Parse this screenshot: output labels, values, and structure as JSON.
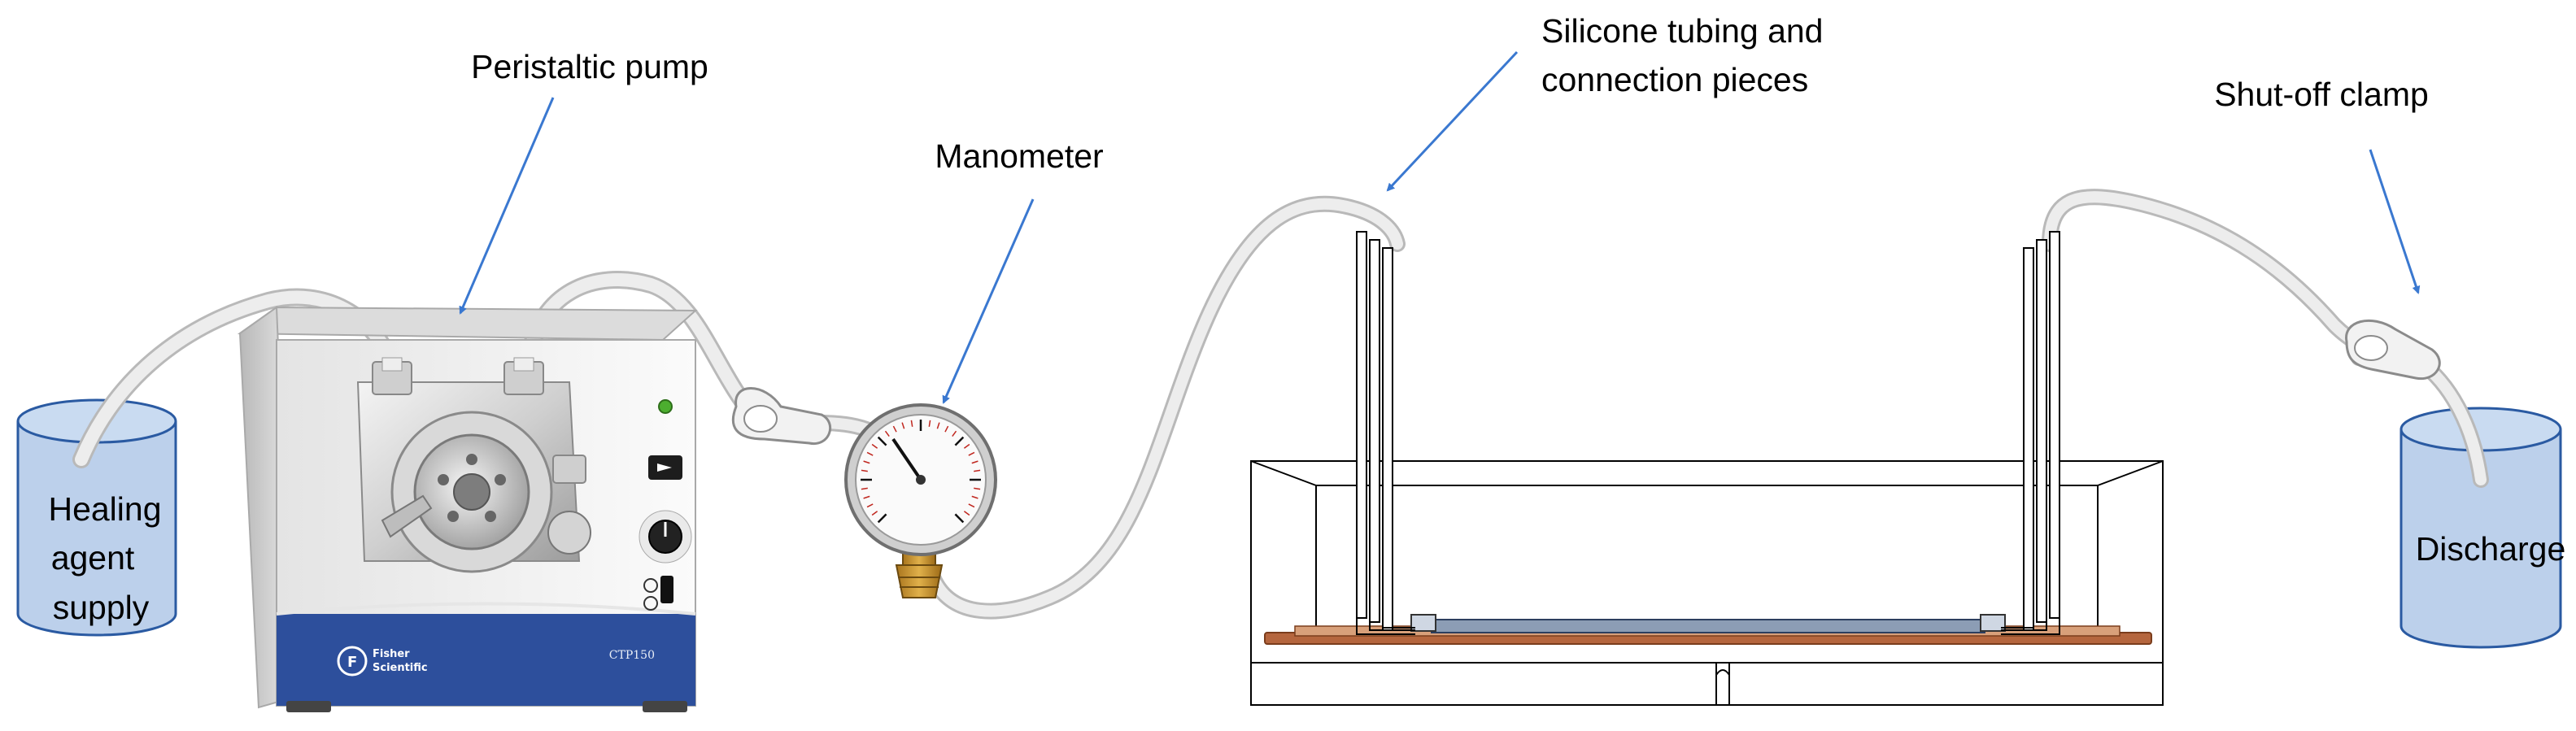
{
  "labels": {
    "peristaltic_pump": "Peristaltic pump",
    "manometer": "Manometer",
    "tubing_line1": "Silicone tubing and",
    "tubing_line2": "connection pieces",
    "shutoff_clamp": "Shut-off clamp",
    "supply_line1": "Healing",
    "supply_line2": "agent",
    "supply_line3": "supply",
    "discharge": "Discharge"
  },
  "pump": {
    "brand_line1": "Fisher",
    "brand_line2": "Scientific",
    "model": "CTP150"
  },
  "colors": {
    "arrow": "#3a78d0",
    "container_fill": "#bcd0eb",
    "container_stroke": "#2a5aa2",
    "pump_band": "#2d4f9c",
    "copper": "#b5663e",
    "tubing": "#e7e7e7"
  },
  "icons": {
    "pump": "peristaltic-pump-icon",
    "gauge": "pressure-gauge-icon",
    "clamp": "tubing-clamp-icon"
  }
}
